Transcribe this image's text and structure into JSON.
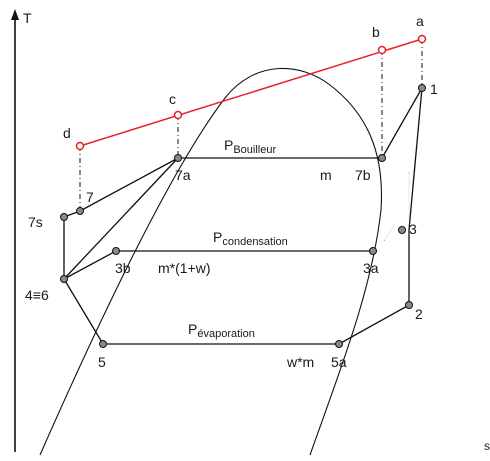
{
  "axis": {
    "y_label": "T",
    "x_label": "s"
  },
  "colors": {
    "line": "#111111",
    "red": "#e8202a",
    "point_fill": "#8a8a8a"
  },
  "points": {
    "a": "a",
    "b": "b",
    "c": "c",
    "d": "d",
    "p1": "1",
    "p2": "2",
    "p3": "3",
    "p3a": "3a",
    "p3b": "3b",
    "p46": "4≡6",
    "p5": "5",
    "p5a": "5a",
    "p7": "7",
    "p7a": "7a",
    "p7b": "7b",
    "p7s": "7s"
  },
  "labels": {
    "p_bouilleur_main": "P",
    "p_bouilleur_sub": "Bouilleur",
    "p_condensation_main": "P",
    "p_condensation_sub": "condensation",
    "p_evaporation_main": "P",
    "p_evaporation_sub": "évaporation",
    "flow_m": "m",
    "flow_m_1w": "m*(1+w)",
    "flow_wm": "w*m"
  }
}
